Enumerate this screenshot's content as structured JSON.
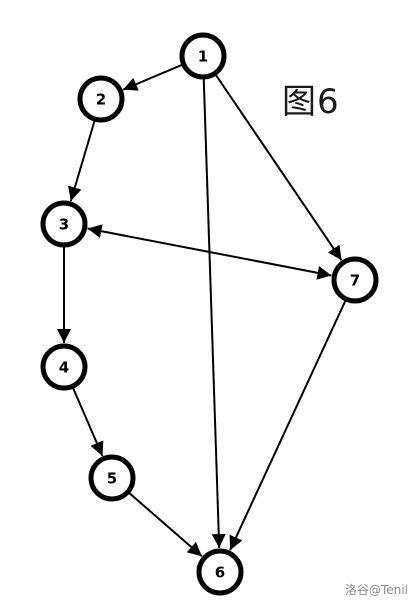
{
  "figure_label": "图6",
  "watermark": "洛谷@Tenil",
  "graph": {
    "nodes": [
      {
        "id": "1",
        "label": "1"
      },
      {
        "id": "2",
        "label": "2"
      },
      {
        "id": "3",
        "label": "3"
      },
      {
        "id": "4",
        "label": "4"
      },
      {
        "id": "5",
        "label": "5"
      },
      {
        "id": "6",
        "label": "6"
      },
      {
        "id": "7",
        "label": "7"
      }
    ],
    "edges": [
      {
        "from": "1",
        "to": "2",
        "directed": true,
        "bidirectional": false
      },
      {
        "from": "1",
        "to": "6",
        "directed": true,
        "bidirectional": false
      },
      {
        "from": "1",
        "to": "7",
        "directed": true,
        "bidirectional": false
      },
      {
        "from": "2",
        "to": "3",
        "directed": true,
        "bidirectional": false
      },
      {
        "from": "3",
        "to": "4",
        "directed": true,
        "bidirectional": false
      },
      {
        "from": "3",
        "to": "7",
        "directed": true,
        "bidirectional": true
      },
      {
        "from": "4",
        "to": "5",
        "directed": true,
        "bidirectional": false
      },
      {
        "from": "5",
        "to": "6",
        "directed": true,
        "bidirectional": false
      },
      {
        "from": "7",
        "to": "6",
        "directed": true,
        "bidirectional": false
      }
    ]
  }
}
